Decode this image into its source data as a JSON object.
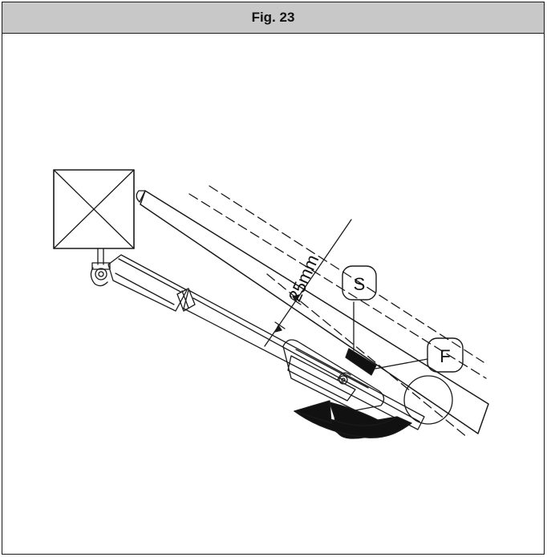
{
  "figure": {
    "title": "Fig. 23"
  },
  "diagram": {
    "dimension_label": "25mm",
    "callouts": [
      {
        "id": "S",
        "label": "S"
      },
      {
        "id": "F",
        "label": "F"
      }
    ]
  },
  "colors": {
    "header_bg": "#c8c8c8",
    "line": "#1a1a1a",
    "fill_dark": "#111111"
  }
}
